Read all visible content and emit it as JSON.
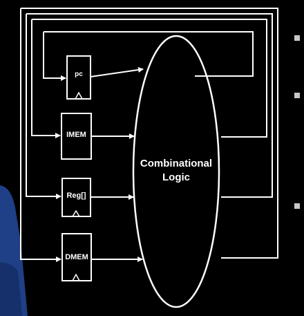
{
  "diagram": {
    "blocks": [
      {
        "id": "pc",
        "label": "pc"
      },
      {
        "id": "imem",
        "label": "IMEM"
      },
      {
        "id": "regs",
        "label": "Reg[]"
      },
      {
        "id": "dmem",
        "label": "DMEM"
      }
    ],
    "center": {
      "line1": "Combinational",
      "line2": "Logic"
    }
  },
  "colors": {
    "background": "#000000",
    "stroke": "#ffffff",
    "presenter_shirt": "#1f3f86",
    "slide_bullet": "#c8c8c8"
  }
}
